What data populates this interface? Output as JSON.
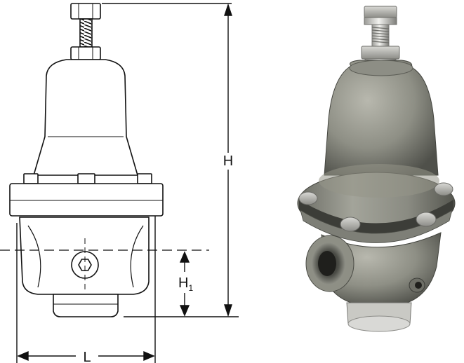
{
  "dimensions": {
    "height_label": "H",
    "inlet_height_label": "H",
    "inlet_height_subscript": "1",
    "length_label": "L"
  },
  "illustrations": {
    "left": "technical-line-drawing",
    "right": "photo-cast-iron-regulator"
  },
  "colors": {
    "line": "#111111",
    "casting_light": "#a7a79d",
    "casting_mid": "#86877d",
    "casting_dark": "#55564f",
    "metal_light": "#e6e6e3",
    "metal_dark": "#8c8c88"
  }
}
